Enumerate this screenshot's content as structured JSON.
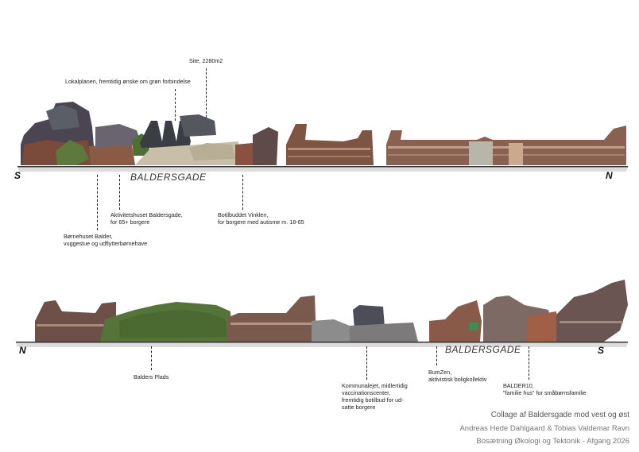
{
  "top_strip": {
    "street_name": "BALDERSGADE",
    "compass_left": "S",
    "compass_right": "N",
    "labels_above": [
      {
        "id": "site",
        "lines": [
          "Site, 2280m2"
        ]
      },
      {
        "id": "lokalplanen",
        "lines": [
          "Lokalplanen, fremtidig ønske om grøn forbindelse"
        ]
      }
    ],
    "labels_below": [
      {
        "id": "aktivitetshuset",
        "lines": [
          "Aktivitetshuset Baldersgade,",
          "for 65+ borgere"
        ]
      },
      {
        "id": "botilbuddet",
        "lines": [
          "Botilbuddet Vinklen,",
          "for borgere med autisme m. 18-65"
        ]
      },
      {
        "id": "bornehuset",
        "lines": [
          "Børnehuset Balder,",
          "vuggestue og udflytterbørnehave"
        ]
      }
    ]
  },
  "bottom_strip": {
    "street_name": "BALDERSGADE",
    "compass_left": "N",
    "compass_right": "S",
    "labels_below": [
      {
        "id": "balders-plads",
        "lines": [
          "Balders Plads"
        ]
      },
      {
        "id": "kommunalejet",
        "lines": [
          "Kommunalejet, midlertidig",
          "vaccinationscenter,",
          "fremtidig botilbud for ud-",
          "satte borgere"
        ]
      },
      {
        "id": "bumzen",
        "lines": [
          "BumZen,",
          "aktivistisk boligkollektiv"
        ]
      },
      {
        "id": "balder10",
        "lines": [
          "BALDER10,",
          "\"familie hus\" for småbørnsfamilie"
        ]
      }
    ]
  },
  "credits": {
    "title": "Collage af Baldersgade mod vest og øst",
    "authors": "Andreas Hede Dahlgaard & Tobias Valdemar  Ravn",
    "course": "Bosætning Økologi og Tektonik - Afgang 2026"
  },
  "colors": {
    "brick": "#7a4a3a",
    "dark_roof": "#3e3f48",
    "greenery": "#5d7a3c",
    "ground": "#c9bfa8",
    "street": "#e6e6e6"
  }
}
